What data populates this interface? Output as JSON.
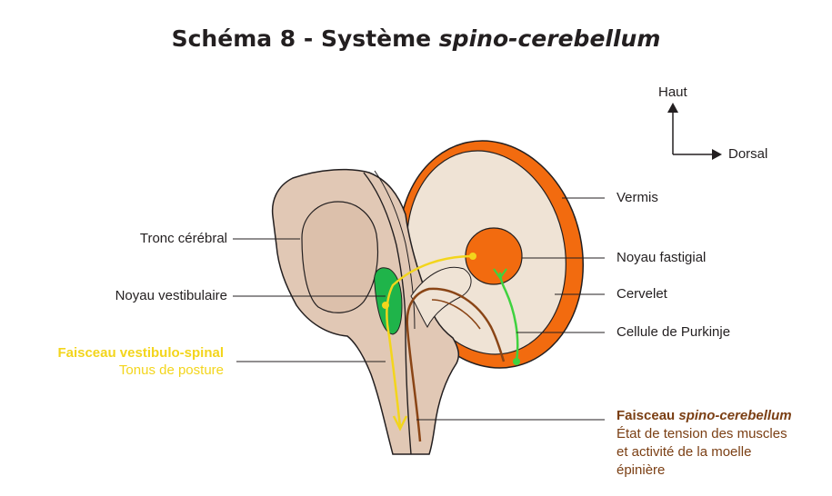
{
  "title": {
    "main": "Schéma 8 - Système ",
    "italic": "spino-cerebellum"
  },
  "orientation": {
    "up": "Haut",
    "right": "Dorsal"
  },
  "labels": {
    "tronc": "Tronc cérébral",
    "noyau_vestibulaire": "Noyau vestibulaire",
    "vermis": "Vermis",
    "noyau_fastigial": "Noyau fastigial",
    "cervelet": "Cervelet",
    "purkinje": "Cellule de Purkinje"
  },
  "vestibulo_spinal": {
    "title": "Faisceau vestibulo-spinal",
    "subtitle": "Tonus de posture"
  },
  "spino_cerebellum": {
    "title_prefix": "Faisceau ",
    "title_italic": "spino-cerebellum",
    "line1": "État de tension des muscles",
    "line2": "et activité de la moelle",
    "line3": "épinière"
  },
  "colors": {
    "vermis": "#f26b0f",
    "fastigial": "#f26b0f",
    "cervelet": "#efe3d5",
    "tronc": "#e1c8b5",
    "vestibulaire": "#1fb44a",
    "yellow_tract": "#f3d51c",
    "green_tract": "#3fd23f",
    "brown_tract": "#8a4516"
  }
}
